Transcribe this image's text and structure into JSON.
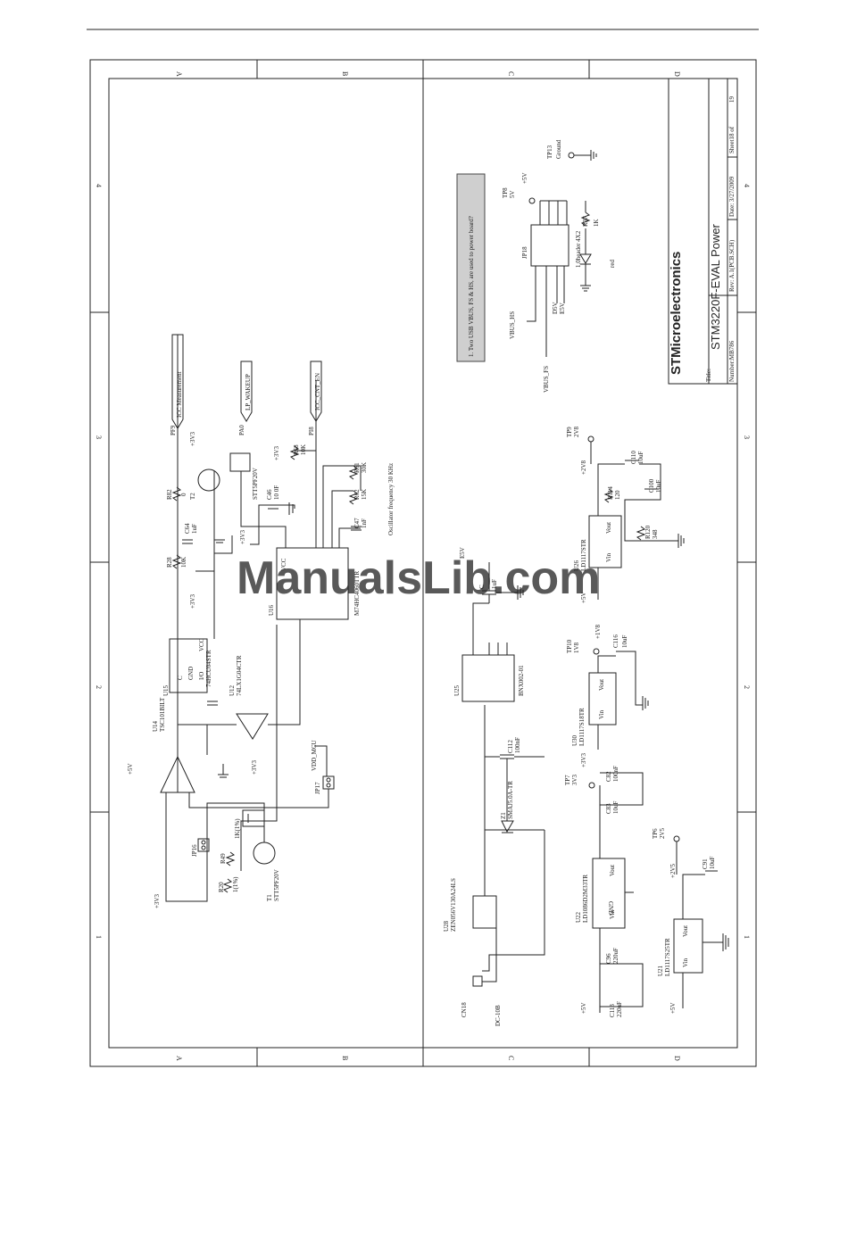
{
  "title_block": {
    "company": "STMicroelectronics",
    "title_label": "Title:",
    "title": "STM3220F-EVAL Power",
    "number": "Number:MB786",
    "rev": "Rev: A.1(PCB.SCH)",
    "date": "Date: 3/27/2009",
    "sheet": "Sheet18 of",
    "sheet_total": "19"
  },
  "watermark": "ManualsLib.com",
  "zones_top": [
    "A",
    "B",
    "C",
    "D"
  ],
  "zones_side": [
    "4",
    "3",
    "2",
    "1"
  ],
  "note": "1. Two USB VBUS, FS & HS, are used to power board?",
  "components": {
    "u14": "U14",
    "u14_part": "TSC101BILT",
    "u15": "U15",
    "u15_part": "74HCU04STR",
    "u12": "U12",
    "u12_part": "74LX1G04CTR",
    "u16": "U16",
    "u16_part": "M74HC4060TTR",
    "t1": "T1",
    "t1_part": "STT5PF20V",
    "t2": "T2",
    "t2_part": "STT5PF20V",
    "jp16": "JP16",
    "jp17": "JP17",
    "jp18": "JP18",
    "jp18_part": "1.0header 4X2",
    "r20": "R20",
    "r20_val": "1(1%)",
    "r49": "R49",
    "r49_val": "1K(1%)",
    "r82": "R82",
    "r82_val": "0",
    "r28": "R28",
    "r28_val": "10K",
    "c64": "C64",
    "c64_val": "1uF",
    "c46": "C46",
    "c46_val": "10 0F",
    "r58": "R58",
    "r58_val": "10K",
    "r61": "R61",
    "r61_val": "30K",
    "r62": "R62",
    "r62_val": "15K",
    "c47": "C47",
    "c47_val": "1nF",
    "osc": "Oscillator frequency 30 KHz",
    "icc_meas": "ICC Measurement",
    "lp_wakeup": "LP_WAKEUP",
    "icc_cnt": "ICC_CNT_EN",
    "pf9": "PF9",
    "pa0": "PA0",
    "pi8": "PI8",
    "vdd_mcu": "VDD_MCU",
    "vbus_hs": "VBUS_HS",
    "vbus_fs": "VBUS_FS",
    "d5v": "D5V",
    "e5v": "E5V",
    "r37": "R37",
    "r37_val": "1K",
    "red": "red",
    "tp8": "TP8",
    "tp8_val": "5V",
    "tp13": "TP13",
    "tp13_val": "Ground",
    "cn18": "CN18",
    "cn18_part": "DC-10B",
    "u28": "U28",
    "u28_part": "ZEN056V130A24LS",
    "z1": "Z1",
    "z1_part": "SMAJ5.0A-TR",
    "c112": "C112",
    "c112_val": "100nF",
    "u25": "U25",
    "u25_part": "BNX002-01",
    "c_e5v": "C",
    "c_e5v_val": "1uF",
    "u22": "U22",
    "u22_part": "LD1086D2M33TR",
    "c113": "C113",
    "c113_val": "220uF",
    "c96": "C96",
    "c96_val": "220uF",
    "c83": "C83",
    "c83_val": "10uF",
    "c82": "C82",
    "c82_val": "100nF",
    "tp7": "TP7",
    "tp7_val": "3V3",
    "u30": "U30",
    "u30_part": "LD1117S18TR",
    "c116": "C116",
    "c116_val": "10uF",
    "tp10": "TP10",
    "tp10_val": "1V8",
    "u26": "U26",
    "u26_part": "LD1117STR",
    "r114": "R114",
    "r114_val": "120",
    "r120": "R120",
    "r120_val": "348",
    "c110": "C110",
    "c110_val": "10uF",
    "c100": "C100",
    "c100_val": "10uF",
    "tp9": "TP9",
    "tp9_val": "2V8",
    "u21": "U21",
    "u21_part": "LD1117S25TR",
    "c91": "C91",
    "c91_val": "10uF",
    "tp6": "TP6",
    "tp6_val": "2V5"
  },
  "power_labels": {
    "p3v3": "+3V3",
    "p5v": "+5V",
    "p2v8": "+2V8",
    "p1v8": "+1V8",
    "p2v5": "+2V5",
    "e5v": "E5V",
    "vcc": "VCC",
    "gnd": "GND",
    "vin": "Vin",
    "vout": "Vout",
    "io": "I/O",
    "c": "C"
  }
}
